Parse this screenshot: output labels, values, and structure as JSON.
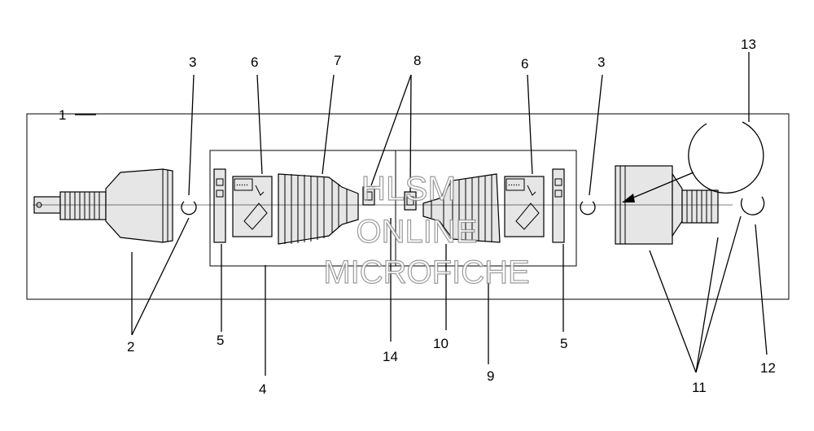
{
  "callouts": {
    "c1": "1",
    "c2": "2",
    "c3a": "3",
    "c3b": "3",
    "c4": "4",
    "c5a": "5",
    "c5b": "5",
    "c6a": "6",
    "c6b": "6",
    "c7": "7",
    "c8": "8",
    "c9": "9",
    "c10": "10",
    "c11": "11",
    "c12": "12",
    "c13": "13",
    "c14": "14"
  },
  "watermark": {
    "line1": "HLSM",
    "line2": "ONLINE",
    "line3": "MICROFICHE"
  },
  "colors": {
    "line": "#000000",
    "part_fill": "#e6e6e6",
    "background": "#ffffff",
    "watermark_outline": "#8a8a8a"
  }
}
